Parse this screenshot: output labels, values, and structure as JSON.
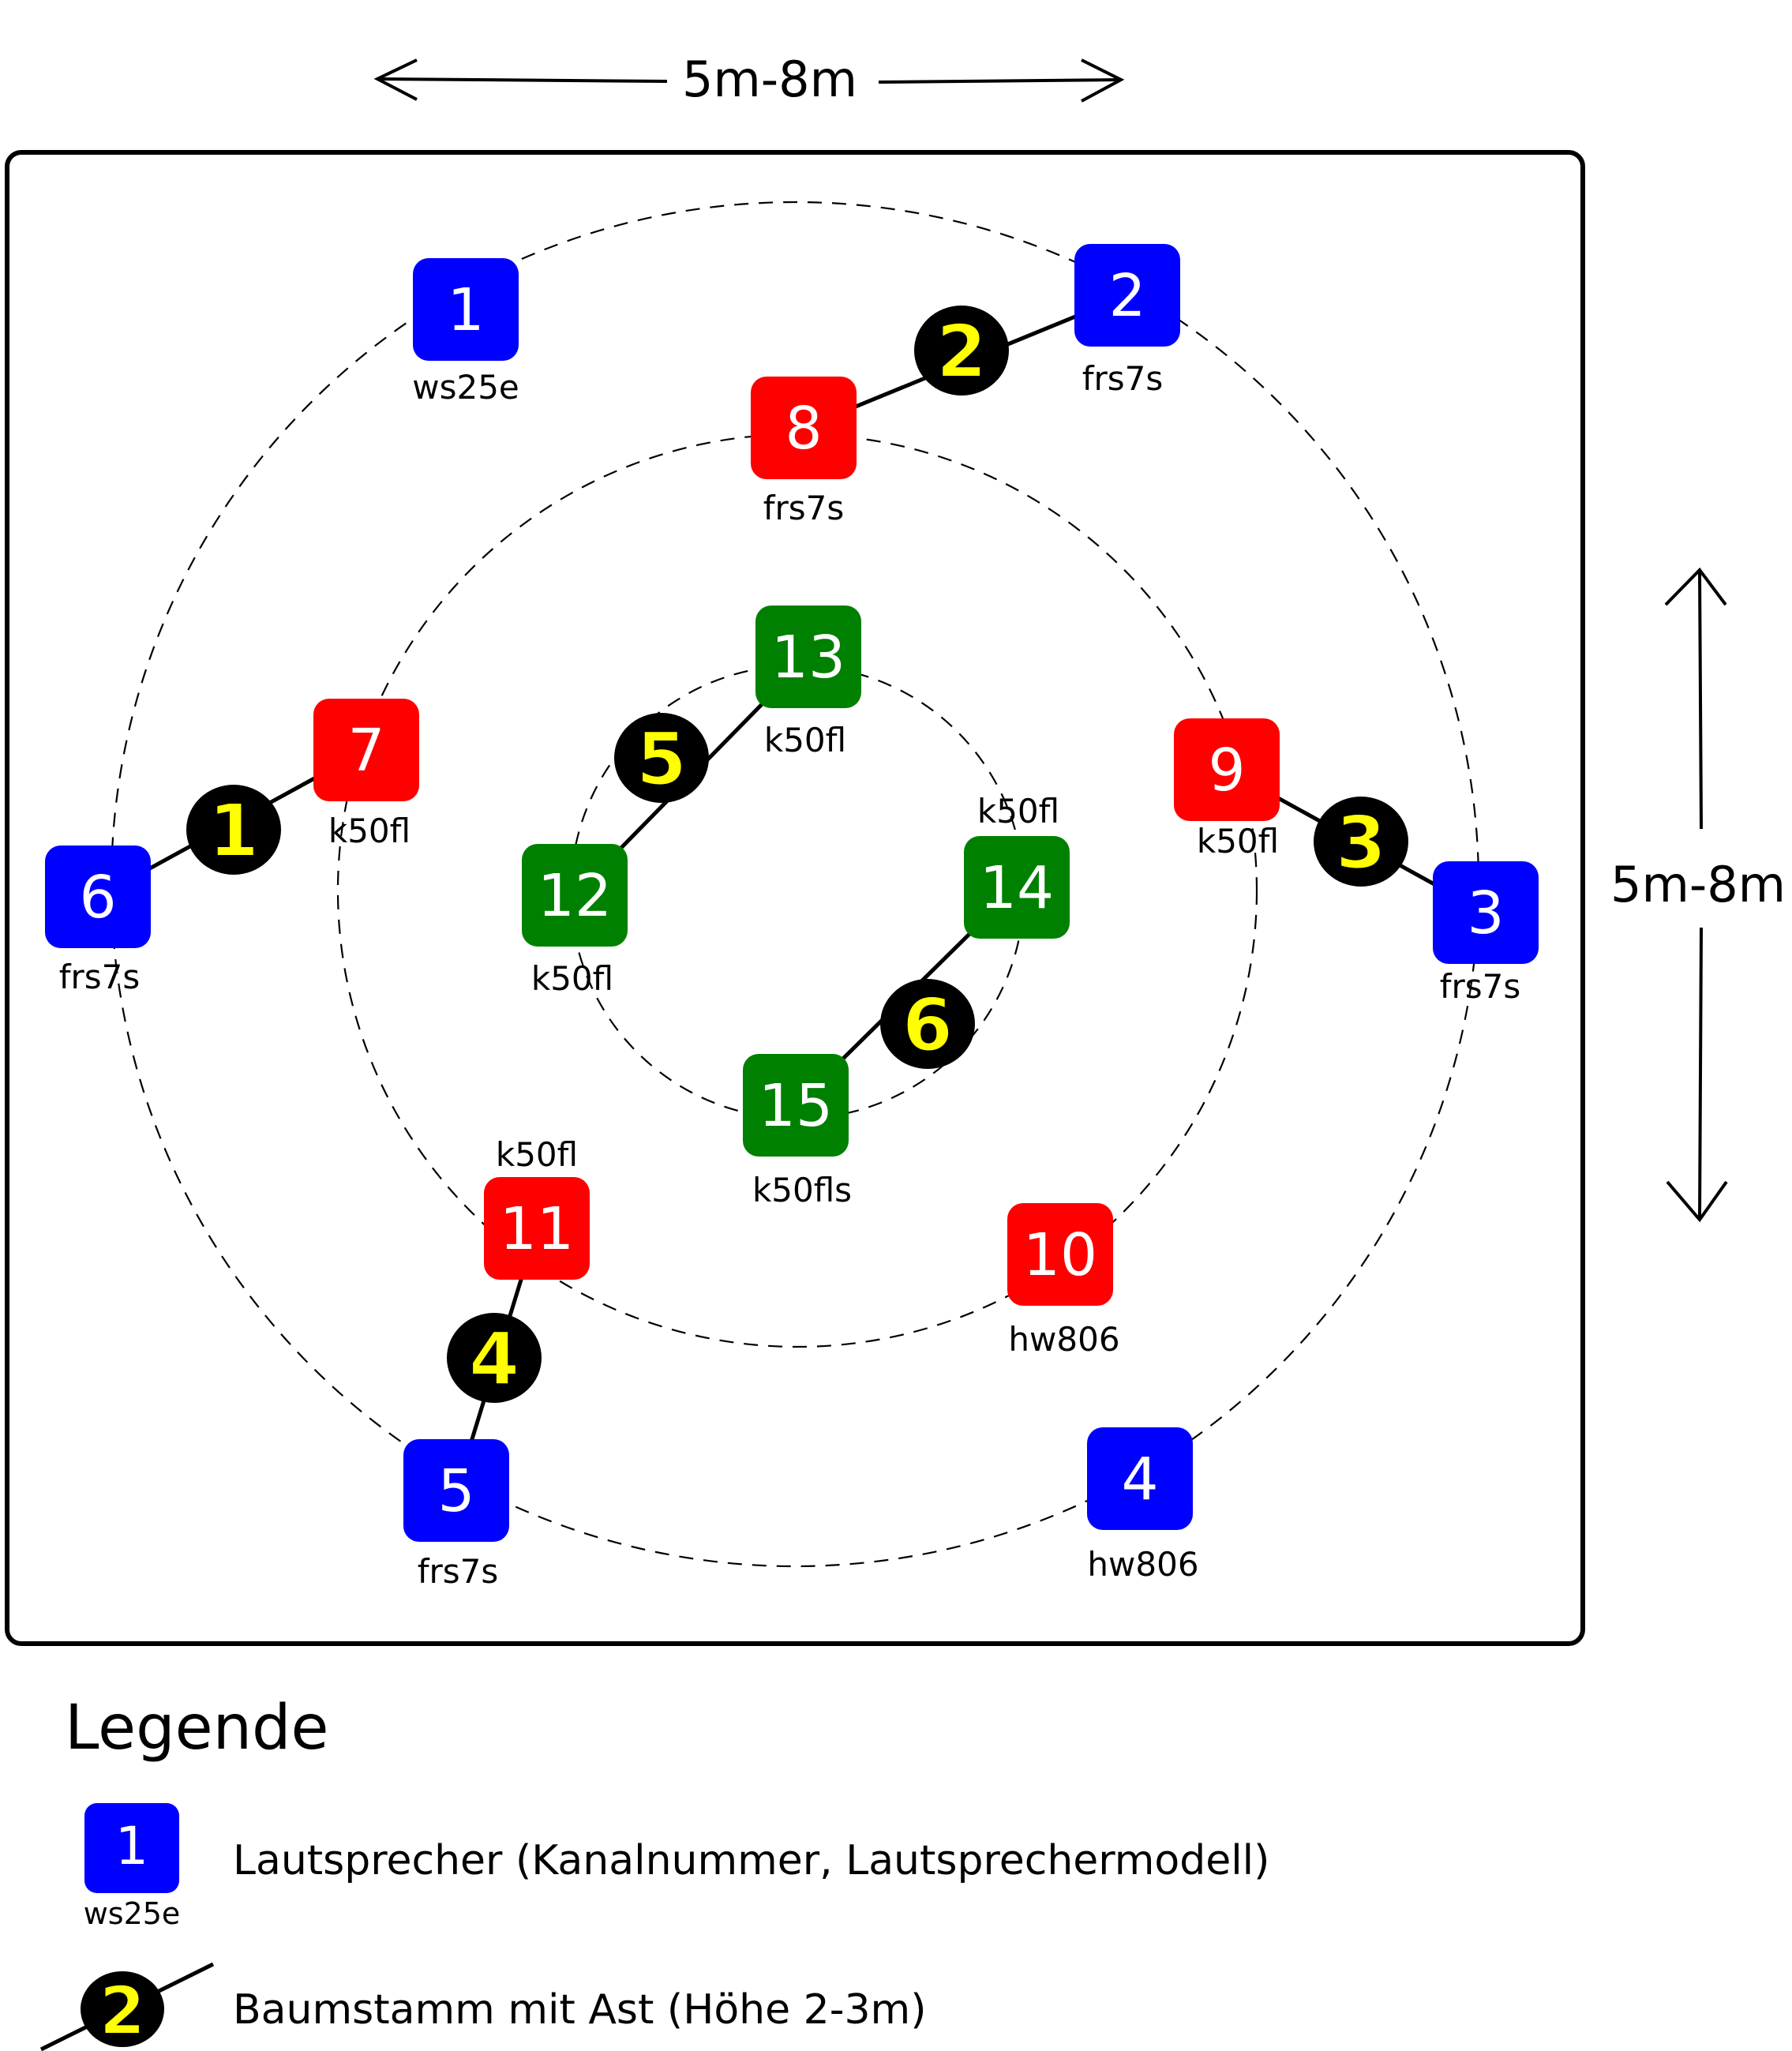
{
  "dimensions": {
    "width_label": "5m-8m",
    "height_label": "5m-8m"
  },
  "colors": {
    "outer_ring": "#0000ff",
    "middle_ring": "#ff0000",
    "inner_ring": "#008000",
    "trunk_fill": "#000000",
    "trunk_number": "#ffff00"
  },
  "speakers": [
    {
      "channel": "1",
      "model": "ws25e",
      "ring": "outer"
    },
    {
      "channel": "2",
      "model": "frs7s",
      "ring": "outer"
    },
    {
      "channel": "3",
      "model": "frs7s",
      "ring": "outer"
    },
    {
      "channel": "4",
      "model": "hw806",
      "ring": "outer"
    },
    {
      "channel": "5",
      "model": "frs7s",
      "ring": "outer"
    },
    {
      "channel": "6",
      "model": "frs7s",
      "ring": "outer"
    },
    {
      "channel": "7",
      "model": "k50fl",
      "ring": "middle"
    },
    {
      "channel": "8",
      "model": "frs7s",
      "ring": "middle"
    },
    {
      "channel": "9",
      "model": "k50fl",
      "ring": "middle"
    },
    {
      "channel": "10",
      "model": "hw806",
      "ring": "middle"
    },
    {
      "channel": "11",
      "model": "k50fl",
      "ring": "middle"
    },
    {
      "channel": "12",
      "model": "k50fl",
      "ring": "inner"
    },
    {
      "channel": "13",
      "model": "k50fl",
      "ring": "inner"
    },
    {
      "channel": "14",
      "model": "k50fl",
      "ring": "inner"
    },
    {
      "channel": "15",
      "model": "k50fls",
      "ring": "inner"
    }
  ],
  "trunks": [
    {
      "number": "1",
      "connects": [
        "6",
        "7"
      ]
    },
    {
      "number": "2",
      "connects": [
        "8",
        "2"
      ]
    },
    {
      "number": "3",
      "connects": [
        "9",
        "3"
      ]
    },
    {
      "number": "4",
      "connects": [
        "11",
        "5"
      ]
    },
    {
      "number": "5",
      "connects": [
        "12",
        "13"
      ]
    },
    {
      "number": "6",
      "connects": [
        "15",
        "14"
      ]
    }
  ],
  "legend": {
    "title": "Legende",
    "speaker_example_channel": "1",
    "speaker_example_model": "ws25e",
    "speaker_description": "Lautsprecher (Kanalnummer, Lautsprechermodell)",
    "trunk_example_number": "2",
    "trunk_description": "Baumstamm mit Ast (Höhe 2-3m)"
  }
}
